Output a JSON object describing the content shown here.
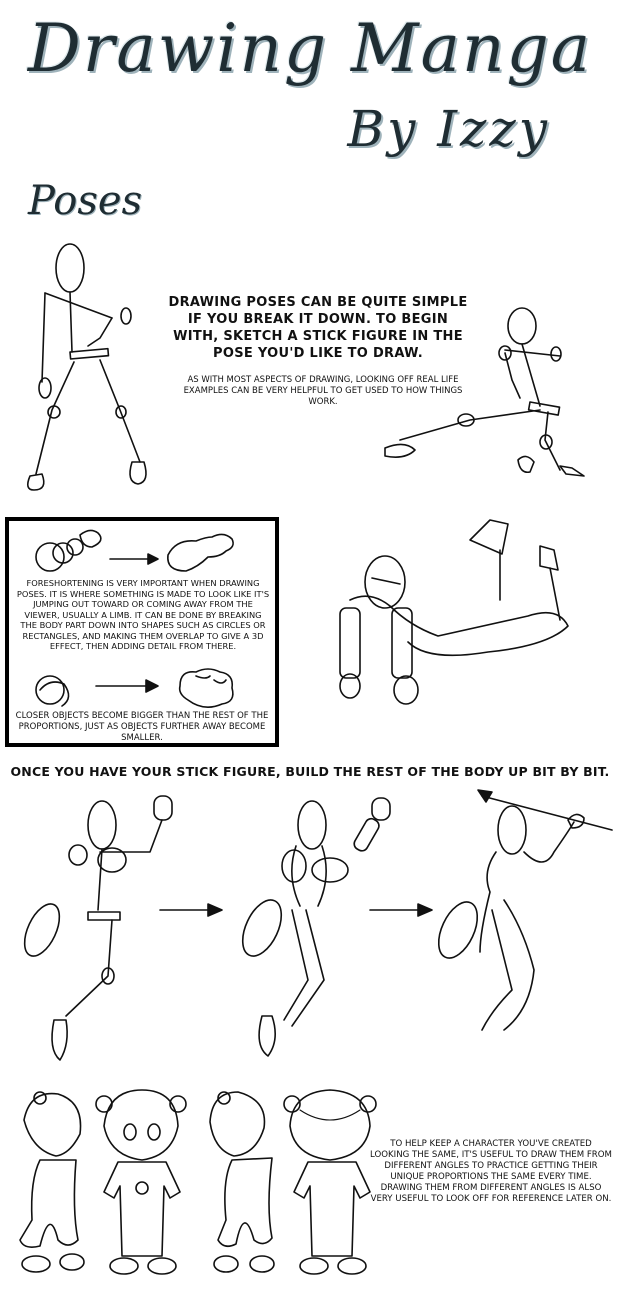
{
  "header": {
    "title": "Drawing Manga",
    "byline": "By Izzy"
  },
  "section": {
    "title": "Poses"
  },
  "intro": {
    "main": "Drawing poses can be quite simple if you break it down. To begin with, sketch a stick figure in the pose you'd like to draw.",
    "note": "As with most aspects of drawing, looking off real life examples can be very helpful to get used to how things work."
  },
  "foreshortening": {
    "text": "Foreshortening is very important when drawing poses. It is where something is made to look like it's jumping out toward or coming away from the viewer, usually a limb. It can be done by breaking the body part down into shapes such as circles or rectangles, and making them overlap to give a 3D effect, then adding detail from there.",
    "closer": "Closer objects become bigger than the rest of the proportions, just as objects further away become smaller."
  },
  "build": {
    "text": "Once you have your stick figure, build the rest of the body up bit by bit."
  },
  "turnaround": {
    "text": "To help keep a character you've created looking the same, it's useful to draw them from different angles to practice getting their unique proportions the same every time. Drawing them from different angles is also very useful to look off for reference later on."
  },
  "icons": [
    "stick-figure",
    "arrow-right",
    "foreshortened-figure",
    "character-turnaround"
  ]
}
